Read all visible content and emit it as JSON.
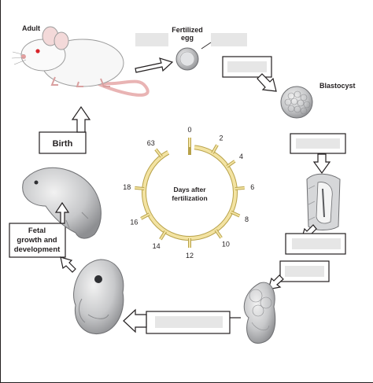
{
  "labels": {
    "adult": "Adult",
    "fertilized_egg_line1": "Fertilized",
    "fertilized_egg_line2": "egg",
    "blastocyst": "Blastocyst",
    "birth": "Birth",
    "fetal_line1": "Fetal",
    "fetal_line2": "growth and",
    "fetal_line3": "development",
    "center_line1": "Days after",
    "center_line2": "fertilization"
  },
  "day_ticks": [
    "0",
    "2",
    "4",
    "6",
    "8",
    "10",
    "12",
    "14",
    "16",
    "18",
    "63"
  ],
  "colors": {
    "ring": "#f3e3a2",
    "ring_outline": "#b8a24a",
    "arrow_fill": "#ffffff",
    "arrow_stroke": "#231f20",
    "blank_box": "#e6e6e6",
    "animal_gray": "#c9cacc"
  }
}
